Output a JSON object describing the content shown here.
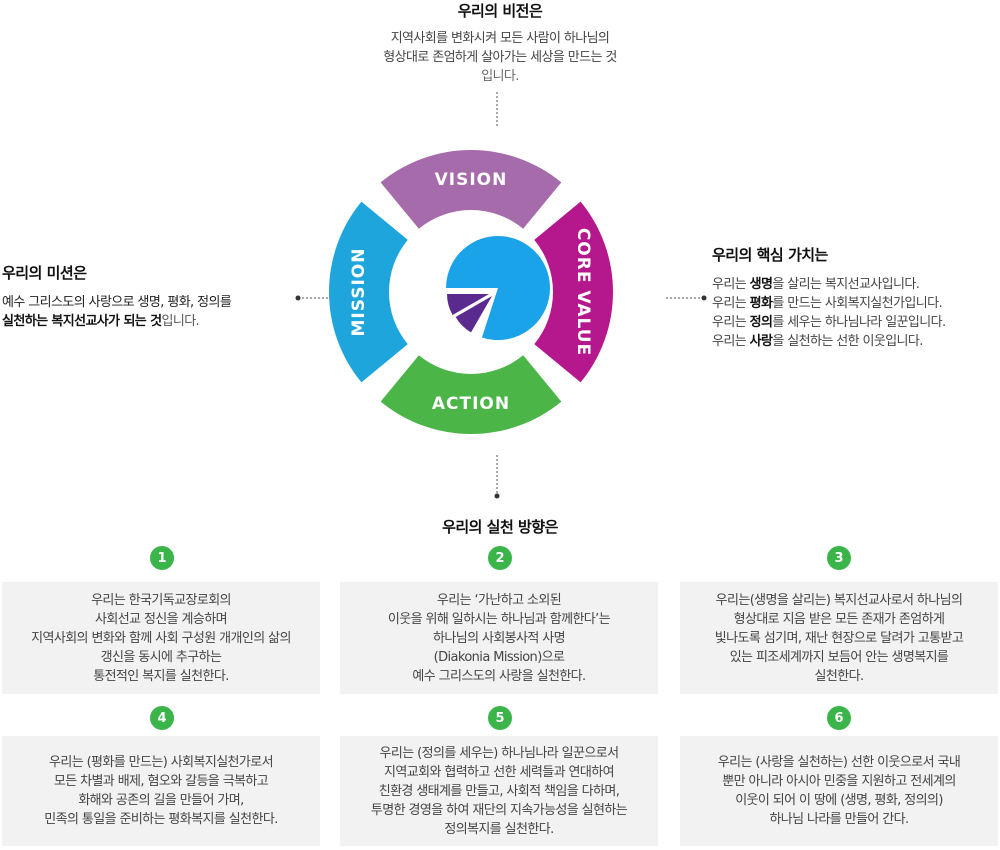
{
  "vision": {
    "heading": "우리의 비전은",
    "lines": [
      "지역사회를 변화시켜 모든 사람이 하나님의",
      "형상대로 존엄하게 살아가는 세상을 만드는 것"
    ],
    "tail": "입니다."
  },
  "mission": {
    "heading": "우리의 미션은",
    "line1": "예수 그리스도의 사랑으로 생명, 평화, 정의를",
    "line2_bold": "실천하는 복지선교사가 되는 것",
    "line2_tail": "입니다."
  },
  "core": {
    "heading": "우리의 핵심 가치는",
    "items": [
      {
        "pre": "우리는 ",
        "bold": "생명",
        "post": "을 살리는 복지선교사입니다."
      },
      {
        "pre": "우리는 ",
        "bold": "평화",
        "post": "를 만드는 사회복지실천가입니다."
      },
      {
        "pre": "우리는 ",
        "bold": "정의",
        "post": "를 세우는 하나님나라 일꾼입니다."
      },
      {
        "pre": "우리는 ",
        "bold": "사랑",
        "post": "을 실천하는 선한 이웃입니다."
      }
    ]
  },
  "ring": {
    "vision_label": "VISION",
    "core_label": "CORE VALUE",
    "action_label": "ACTION",
    "mission_label": "MISSION"
  },
  "colors": {
    "vision": "#a66bab",
    "core": "#b5178c",
    "action": "#4bb548",
    "mission": "#1ea5dc",
    "pie_blue": "#1aa3e8",
    "pie_purple": "#5a2a8e",
    "badge": "#3bb44a",
    "card": "#f2f2f2"
  },
  "practice": {
    "heading": "우리의 실천 방향은",
    "cards": [
      {
        "num": "1",
        "lines": [
          "우리는 한국기독교장로회의",
          "사회선교 정신을 계승하며",
          "지역사회의 변화와 함께 사회 구성원 개개인의 삶의",
          "갱신을 동시에 추구하는",
          "통전적인 복지를 실천한다."
        ]
      },
      {
        "num": "2",
        "lines": [
          "우리는 ‘가난하고 소외된",
          "이웃을 위해 일하시는 하나님과 함께한다’는",
          "하나님의 사회봉사적 사명",
          "(Diakonia Mission)으로",
          "예수 그리스도의 사랑을 실천한다."
        ]
      },
      {
        "num": "3",
        "lines": [
          "우리는(생명을 살리는) 복지선교사로서 하나님의",
          "형상대로 지음 받은 모든 존재가 존엄하게",
          "빛나도록 섬기며, 재난 현장으로 달려가 고통받고",
          "있는 피조세계까지 보듬어 안는 생명복지를",
          "실천한다."
        ]
      },
      {
        "num": "4",
        "lines": [
          "우리는 (평화를 만드는) 사회복지실천가로서",
          "모든 차별과 배제, 혐오와 갈등을 극복하고",
          "화해와 공존의 길을 만들어 가며,",
          "민족의 통일을 준비하는 평화복지를 실천한다."
        ]
      },
      {
        "num": "5",
        "lines": [
          "우리는 (정의를 세우는) 하나님나라 일꾼으로서",
          "지역교회와 협력하고 선한 세력들과 연대하여",
          "친환경 생태계를 만들고, 사회적 책임을 다하며,",
          "투명한 경영을 하여 재단의 지속가능성을 실현하는",
          "정의복지를 실천한다."
        ]
      },
      {
        "num": "6",
        "lines": [
          "우리는 (사랑을 실천하는) 선한 이웃으로서 국내",
          "뿐만 아니라 아시아 민중을 지원하고 전세계의",
          "이웃이 되어 이 땅에 (생명, 평화, 정의의)",
          "하나님 나라를 만들어 간다."
        ]
      }
    ]
  }
}
